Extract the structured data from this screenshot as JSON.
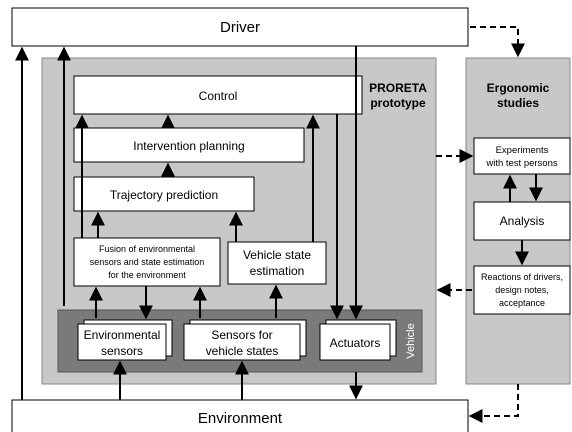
{
  "colors": {
    "background": "#ffffff",
    "prototype_panel": "#c8c8c8",
    "ergonomic_panel": "#c8c8c8",
    "vehicle_strip": "#7a7a7a",
    "box_fill": "#ffffff",
    "line": "#000000"
  },
  "nodes": {
    "driver": "Driver",
    "environment": "Environment",
    "control": "Control",
    "intervention": "Intervention planning",
    "trajectory": "Trajectory prediction",
    "fusion": [
      "Fusion of environmental",
      "sensors and state estimation",
      "for the environment"
    ],
    "vehicle_state": [
      "Vehicle state",
      "estimation"
    ],
    "env_sensors": [
      "Environmental",
      "sensors"
    ],
    "vehicle_sensors": [
      "Sensors for",
      "vehicle states"
    ],
    "actuators": "Actuators",
    "experiments": [
      "Experiments",
      "with test persons"
    ],
    "analysis": "Analysis",
    "reactions": [
      "Reactions of drivers,",
      "design notes,",
      "acceptance"
    ]
  },
  "labels": {
    "prototype_title": [
      "PRORETA",
      "prototype"
    ],
    "ergonomic_title": [
      "Ergonomic",
      "studies"
    ],
    "vehicle": "Vehicle"
  }
}
